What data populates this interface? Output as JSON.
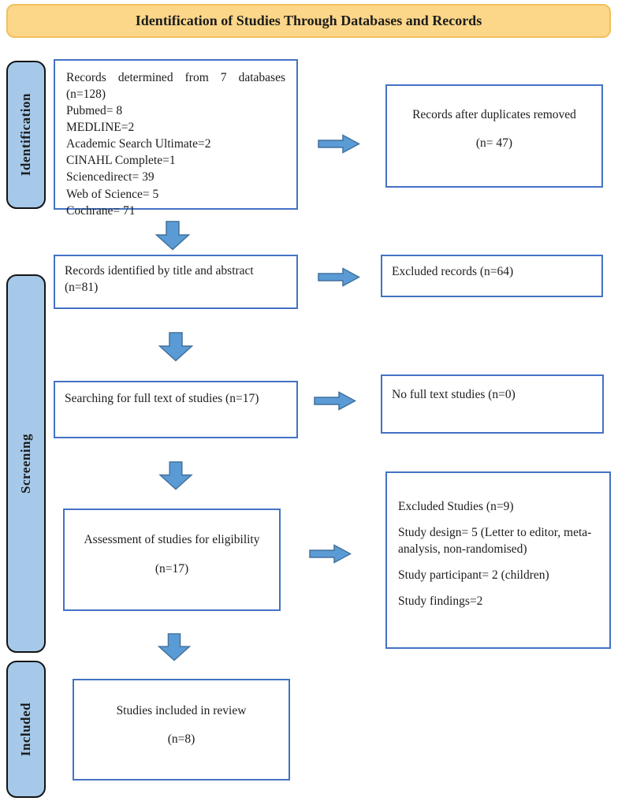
{
  "title": "Identification of Studies Through Databases and Records",
  "stages": [
    {
      "label": "Identification"
    },
    {
      "label": "Screening"
    },
    {
      "label": "Included"
    }
  ],
  "boxes": {
    "records_determined": {
      "lines": [
        "Records determined from 7 databases (n=128)",
        "Pubmed= 8",
        "MEDLINE=2",
        "Academic Search Ultimate=2",
        "CINAHL Complete=1",
        "Sciencedirect= 39",
        "Web of Science= 5",
        "Cochrane= 71"
      ]
    },
    "duplicates_removed": {
      "line1": "Records after duplicates removed",
      "line2": "(n= 47)"
    },
    "title_abstract": {
      "text": "Records identified by title and abstract (n=81)"
    },
    "excluded_records": {
      "text": "Excluded records (n=64)"
    },
    "full_text_search": {
      "text": "Searching for full text of studies (n=17)"
    },
    "no_full_text": {
      "text": "No full text studies (n=0)"
    },
    "eligibility": {
      "line1": "Assessment of studies for eligibility",
      "line2": "(n=17)"
    },
    "excluded_studies": {
      "paragraphs": [
        "Excluded Studies (n=9)",
        "Study design= 5 (Letter to editor, meta-analysis, non-randomised)",
        "Study participant= 2 (children)",
        "Study findings=2"
      ]
    },
    "included_review": {
      "line1": "Studies included in review",
      "line2": "(n=8)"
    }
  },
  "colors": {
    "banner_fill": "#FCD789",
    "banner_border": "#F2C05C",
    "stage_fill": "#A6C9E9",
    "box_border": "#4472C4",
    "arrow_fill": "#5B9BD5",
    "arrow_stroke": "#41719C"
  }
}
